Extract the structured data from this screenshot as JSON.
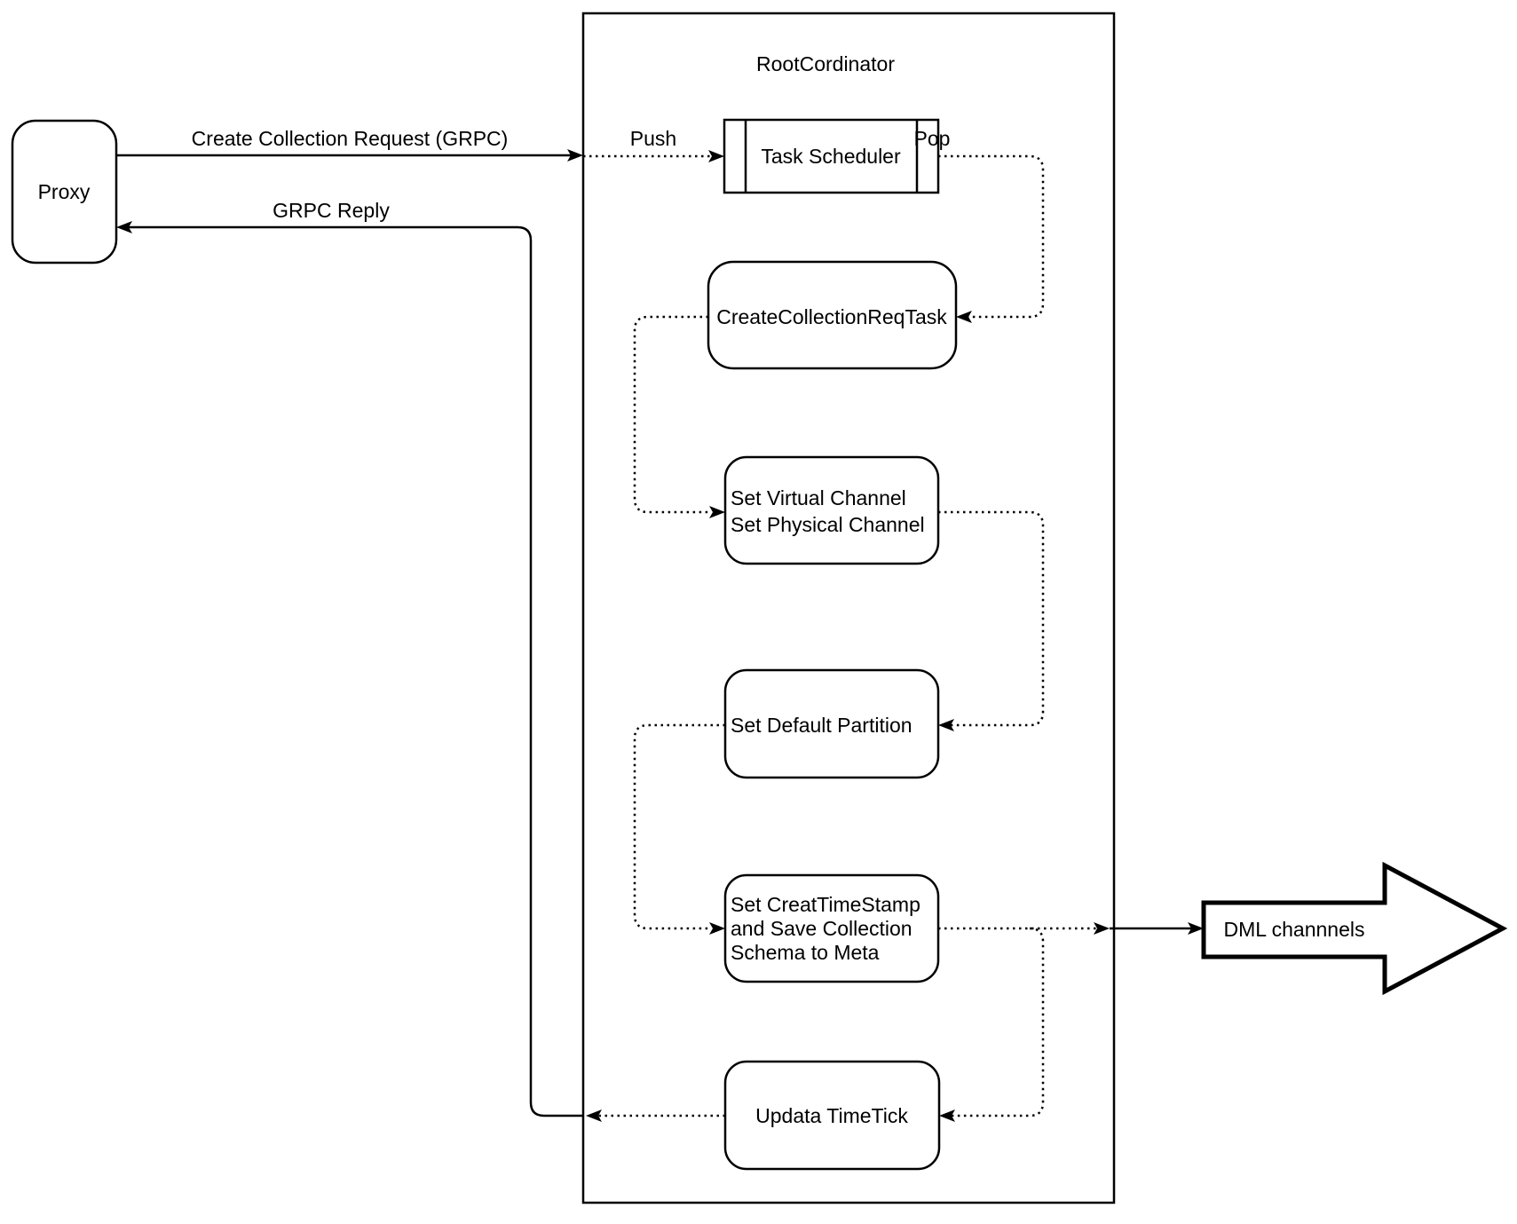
{
  "diagram": {
    "background": "#ffffff",
    "stroke_color": "#000000",
    "nodes": {
      "proxy": {
        "label": "Proxy"
      },
      "root_coordinator": {
        "label": "RootCordinator"
      },
      "task_scheduler": {
        "label": "Task Scheduler"
      },
      "create_collection_req_task": {
        "label": "CreateCollectionReqTask"
      },
      "set_channels": {
        "line1": "Set Virtual Channel",
        "line2": "Set Physical Channel"
      },
      "set_default_partition": {
        "label": "Set Default Partition"
      },
      "set_create_timestamp": {
        "line1": "Set CreatTimeStamp",
        "line2": "and Save Collection",
        "line3": "Schema to Meta"
      },
      "update_timetick": {
        "label": "Updata TimeTick"
      },
      "dml_channels": {
        "label": "DML channnels"
      }
    },
    "edges": {
      "create_collection_request": {
        "label": "Create Collection Request (GRPC)"
      },
      "grpc_reply": {
        "label": "GRPC Reply"
      },
      "push": {
        "label": "Push"
      },
      "pop": {
        "label": "Pop"
      }
    }
  }
}
